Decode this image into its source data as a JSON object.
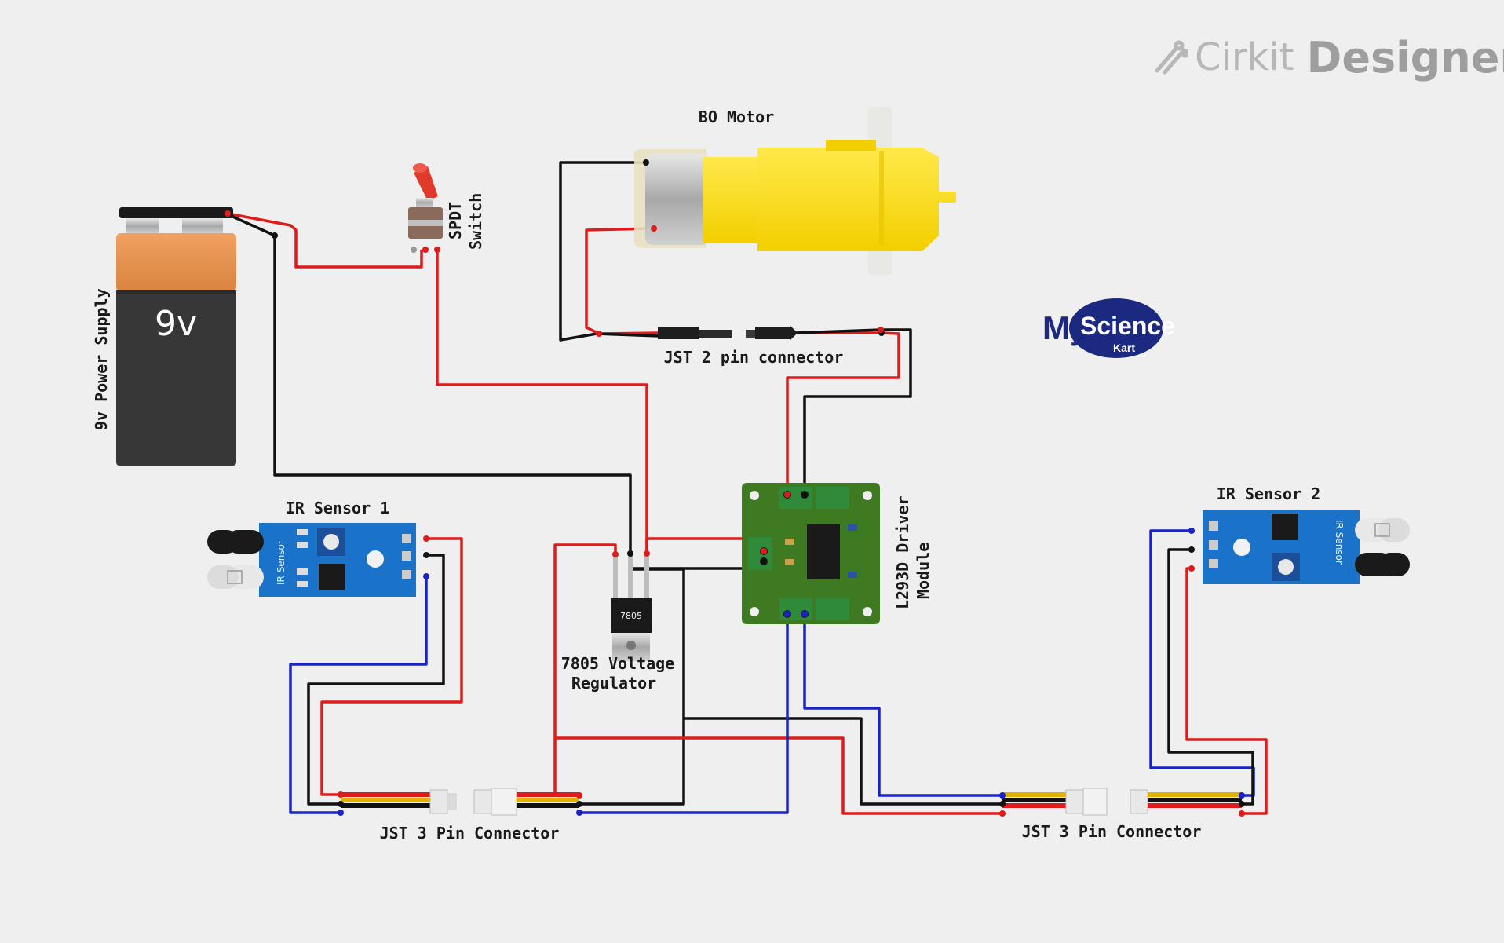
{
  "brand": {
    "name_light": "Cirkit",
    "name_bold": "Designer"
  },
  "watermark": {
    "my": "My",
    "science": "Science",
    "kart": "Kart"
  },
  "components": {
    "battery": {
      "label": "9v Power Supply",
      "face_text": "9v"
    },
    "switch": {
      "label_line1": "SPDT",
      "label_line2": "Switch"
    },
    "motor": {
      "label": "BO Motor"
    },
    "jst2": {
      "label": "JST 2 pin connector"
    },
    "ir1": {
      "label": "IR Sensor 1",
      "board_text": "IR Sensor"
    },
    "ir2": {
      "label": "IR Sensor 2",
      "board_text": "IR Sensor"
    },
    "regulator": {
      "label_line1": "7805 Voltage",
      "label_line2": "Regulator",
      "chip_text": "7805"
    },
    "driver": {
      "label_line1": "L293D Driver",
      "label_line2": "Module"
    },
    "jst3_left": {
      "label": "JST 3 Pin Connector"
    },
    "jst3_right": {
      "label": "JST 3 Pin Connector"
    }
  },
  "colors": {
    "red": "#e01b1b",
    "black": "#111111",
    "blue": "#1a23c9",
    "yellow": "#e0b100",
    "background": "#efefef"
  }
}
